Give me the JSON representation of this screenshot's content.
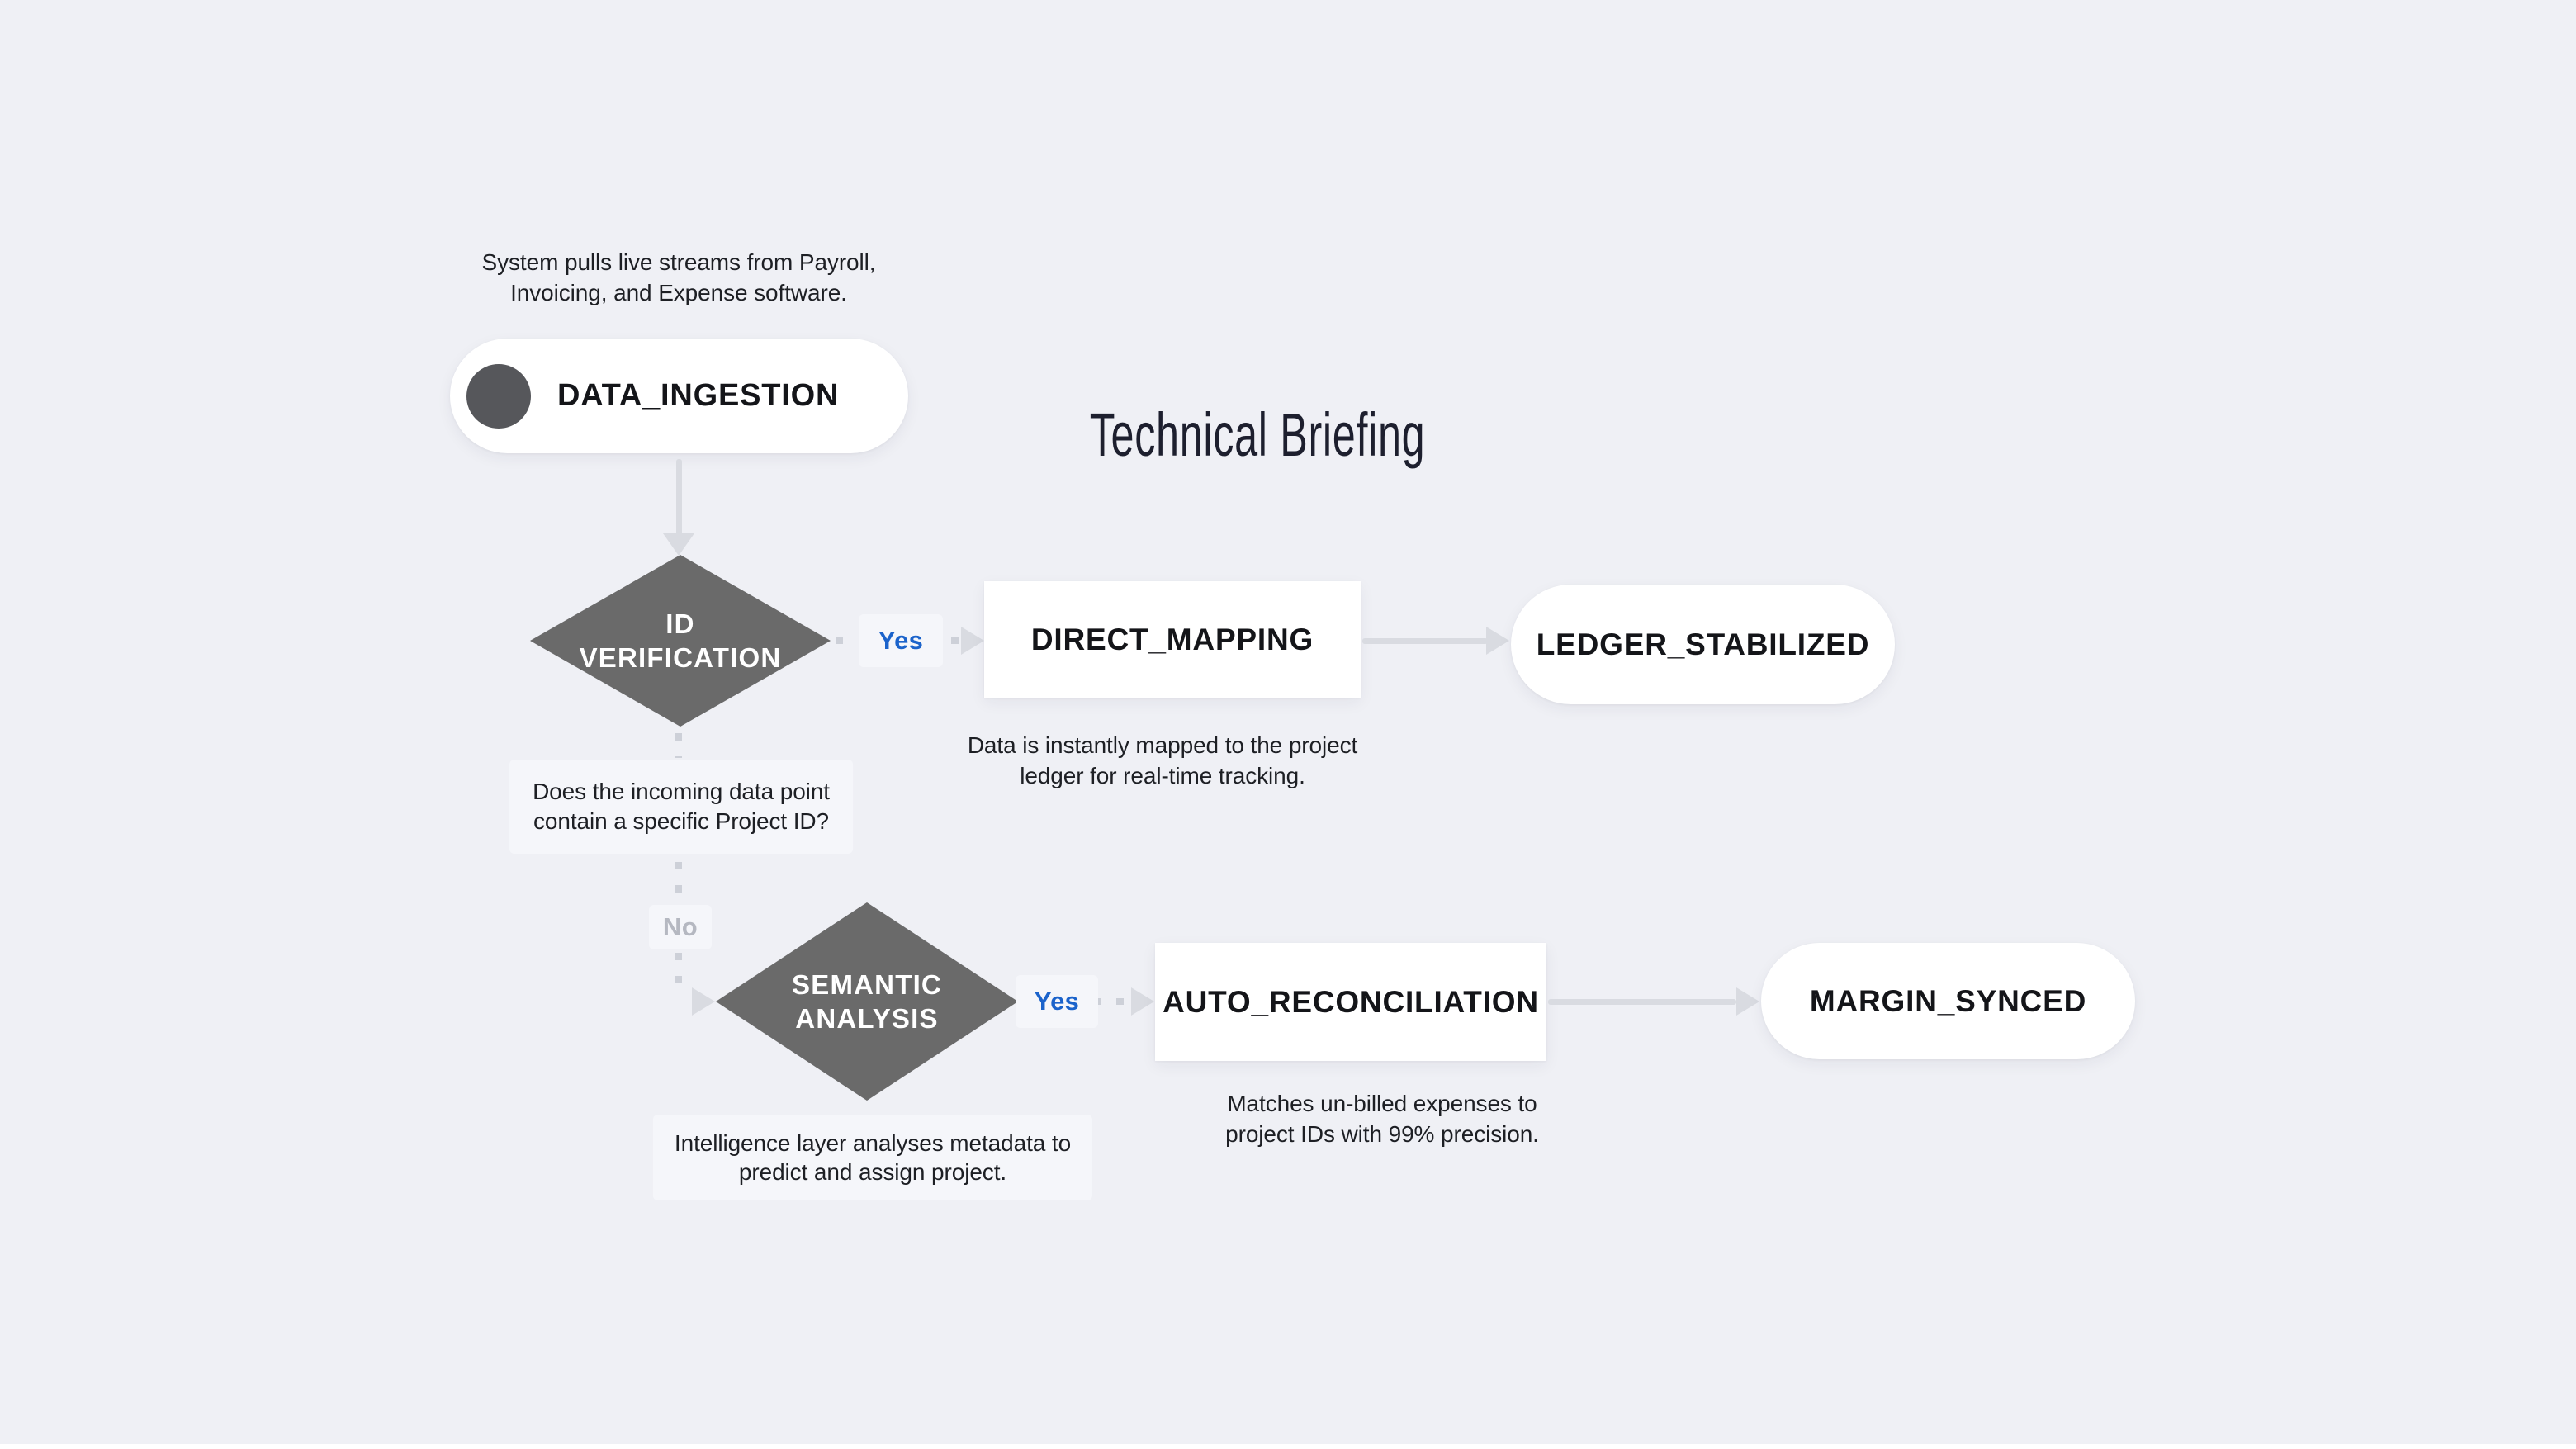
{
  "title": "Technical Briefing",
  "colors": {
    "background": "#eff0f5",
    "node_fill": "#ffffff",
    "decision_fill": "#6a6a6a",
    "decision_text": "#ffffff",
    "yes_label": "#1b63cb",
    "no_label": "#b5b8c1",
    "connector": "#d9dbe1",
    "label_text": "#141519"
  },
  "nodes": {
    "data_ingestion": {
      "label": "DATA_INGESTION",
      "icon": "filled-circle-icon"
    },
    "id_verification": {
      "line1": "ID",
      "line2": "VERIFICATION"
    },
    "direct_mapping": {
      "label": "DIRECT_MAPPING"
    },
    "ledger_stabilized": {
      "label": "LEDGER_STABILIZED"
    },
    "semantic_analysis": {
      "line1": "SEMANTIC",
      "line2": "ANALYSIS"
    },
    "auto_reconciliation": {
      "label": "AUTO_RECONCILIATION"
    },
    "margin_synced": {
      "label": "MARGIN_SYNCED"
    }
  },
  "edge_labels": {
    "yes1": "Yes",
    "yes2": "Yes",
    "no": "No"
  },
  "annotations": {
    "ingestion": {
      "line1": "System pulls live streams from Payroll,",
      "line2": "Invoicing, and Expense software."
    },
    "question": {
      "line1": "Does the incoming data point",
      "line2": "contain a specific Project ID?"
    },
    "direct_mapping": {
      "line1": "Data is instantly mapped to the project",
      "line2": "ledger for real-time tracking."
    },
    "semantic": {
      "line1": "Intelligence layer analyses metadata to",
      "line2": "predict and assign project."
    },
    "auto_reconciliation": {
      "line1": "Matches un-billed expenses to",
      "line2": "project IDs with 99% precision."
    }
  }
}
